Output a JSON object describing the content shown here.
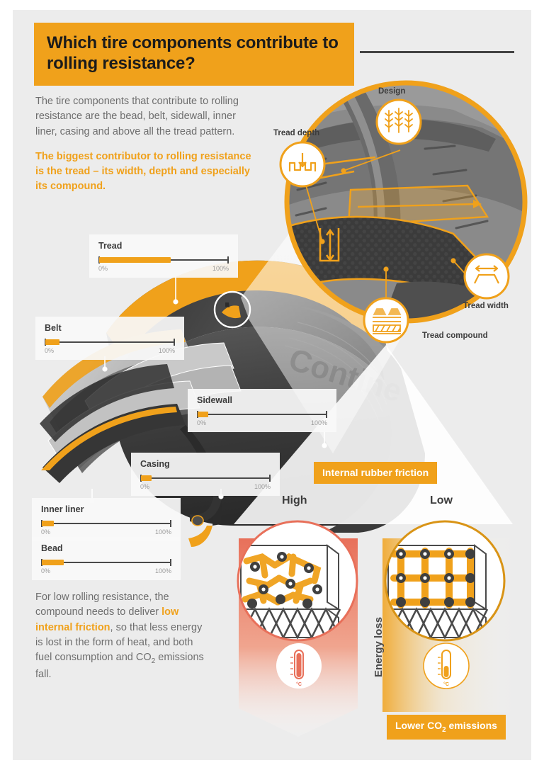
{
  "header": {
    "title": "Which tire components contribute to rolling resistance?",
    "accent_color": "#f0a11b"
  },
  "intro": {
    "paragraph": "The tire components that contribute to rolling resistance are the bead, belt, sidewall, inner liner, casing and above all the tread pattern.",
    "highlight": "The biggest contributor to rolling resistance is the tread – its width, depth and especially its compound."
  },
  "components": [
    {
      "label": "Tread",
      "value": 55,
      "min_label": "0%",
      "max_label": "100%"
    },
    {
      "label": "Belt",
      "value": 11,
      "min_label": "0%",
      "max_label": "100%"
    },
    {
      "label": "Sidewall",
      "value": 8,
      "min_label": "0%",
      "max_label": "100%"
    },
    {
      "label": "Casing",
      "value": 8,
      "min_label": "0%",
      "max_label": "100%"
    },
    {
      "label": "Inner liner",
      "value": 9,
      "min_label": "0%",
      "max_label": "100%"
    },
    {
      "label": "Bead",
      "value": 17,
      "min_label": "0%",
      "max_label": "100%"
    }
  ],
  "tire": {
    "brand": "Contine"
  },
  "detail_callouts": [
    {
      "label": "Tread depth",
      "icon": "tread-depth-icon"
    },
    {
      "label": "Design",
      "icon": "tread-design-icon"
    },
    {
      "label": "Tread width",
      "icon": "tread-width-icon"
    },
    {
      "label": "Tread compound",
      "icon": "tread-compound-icon"
    }
  ],
  "comparison": {
    "badge": "Internal rubber friction",
    "high_label": "High",
    "low_label": "Low",
    "axis_label": "Energy loss",
    "thermometer_unit": "°C",
    "footer_badge_pre": "Lower CO",
    "footer_badge_sub": "2",
    "footer_badge_post": " emissions",
    "high_color": "#e8705a",
    "low_color": "#f0a11b"
  },
  "outro": {
    "line1": "For low rolling resistance,",
    "line2": "the compound needs to",
    "line3_pre": "deliver ",
    "line3_bold": "low internal friction",
    "line3_post": ",",
    "line4": "so that less energy is lost in",
    "line5": "the form of heat, and both",
    "line6_pre": "fuel consumption and CO",
    "line6_sub": "2",
    "line7": "emissions fall."
  }
}
